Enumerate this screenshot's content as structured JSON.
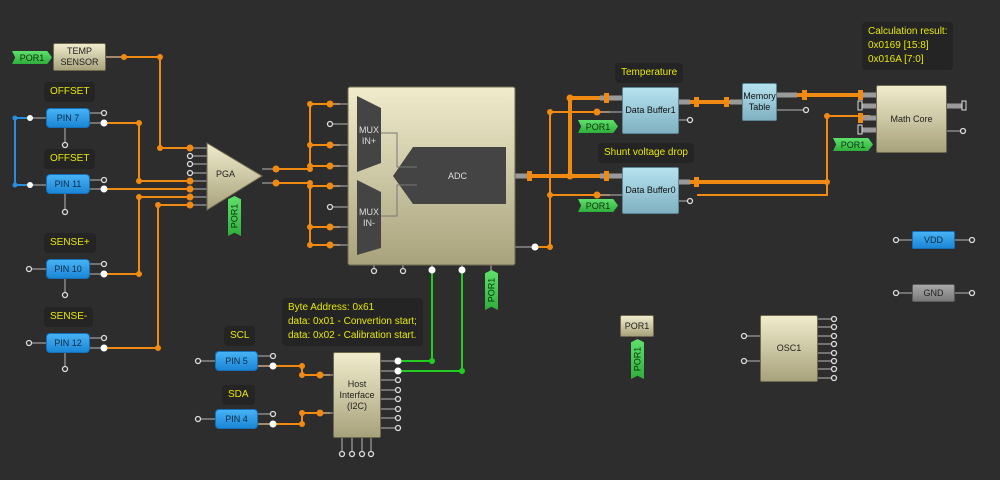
{
  "colors": {
    "background": "#2d2d2d",
    "wire_orange": "#f08a12",
    "wire_green": "#22cc22",
    "wire_blue": "#2a8ee0",
    "note_text": "#e8e800"
  },
  "notes": {
    "offset1": "OFFSET",
    "offset2": "OFFSET",
    "sense_plus": "SENSE+",
    "sense_minus": "SENSE-",
    "scl": "SCL",
    "sda": "SDA",
    "temperature": "Temperature",
    "shunt": "Shunt voltage drop",
    "calc_line1": "Calculation result:",
    "calc_line2": "0x0169 [15:8]",
    "calc_line3": "0x016A [7:0]",
    "i2c_line1": "Byte Address: 0x61",
    "i2c_line2": "data: 0x01 - Convertion start;",
    "i2c_line3": "data: 0x02 - Calibration start."
  },
  "blocks": {
    "temp_sensor": "TEMP SENSOR",
    "pin7": "PIN 7",
    "pin11": "PIN 11",
    "pin10": "PIN 10",
    "pin12": "PIN 12",
    "pin5": "PIN 5",
    "pin4": "PIN 4",
    "pga": "PGA",
    "mux_plus": "MUX IN+",
    "mux_minus": "MUX IN-",
    "adc": "ADC",
    "data_buffer1": "Data Buffer1",
    "data_buffer0": "Data Buffer0",
    "memory_table": "Memory Table",
    "math_core": "Math Core",
    "vdd": "VDD",
    "gnd": "GND",
    "por1_block": "POR1",
    "osc1": "OSC1",
    "host_interface": "Host Interface (I2C)"
  },
  "por_tags": {
    "temp": "POR1",
    "pga": "POR1",
    "adc": "POR1",
    "buf1": "POR1",
    "buf0": "POR1",
    "math": "POR1",
    "por_block": "POR1"
  }
}
